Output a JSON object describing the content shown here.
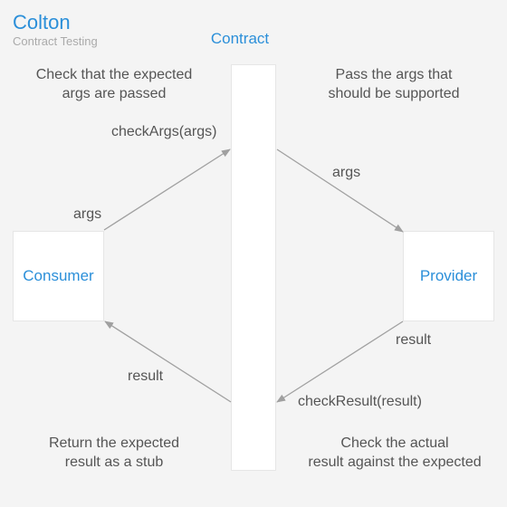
{
  "header": {
    "title": "Colton",
    "subtitle": "Contract Testing"
  },
  "contract": {
    "title": "Contract"
  },
  "consumer": {
    "label": "Consumer"
  },
  "provider": {
    "label": "Provider"
  },
  "notes": {
    "top_left": [
      "Check that the expected",
      "args are passed"
    ],
    "top_right": [
      "Pass the args that",
      "should be supported"
    ],
    "bottom_left": [
      "Return the expected",
      "result as a stub"
    ],
    "bottom_right": [
      "Check the actual",
      "result against the expected"
    ]
  },
  "edges": {
    "consumer_out": "args",
    "check_args": "checkArgs(args)",
    "provider_in": "args",
    "provider_out": "result",
    "check_result": "checkResult(result)",
    "consumer_in": "result"
  },
  "colors": {
    "accent": "#2b8fd9",
    "text": "#555555",
    "arrow": "#a0a0a0",
    "background": "#f4f4f4"
  }
}
